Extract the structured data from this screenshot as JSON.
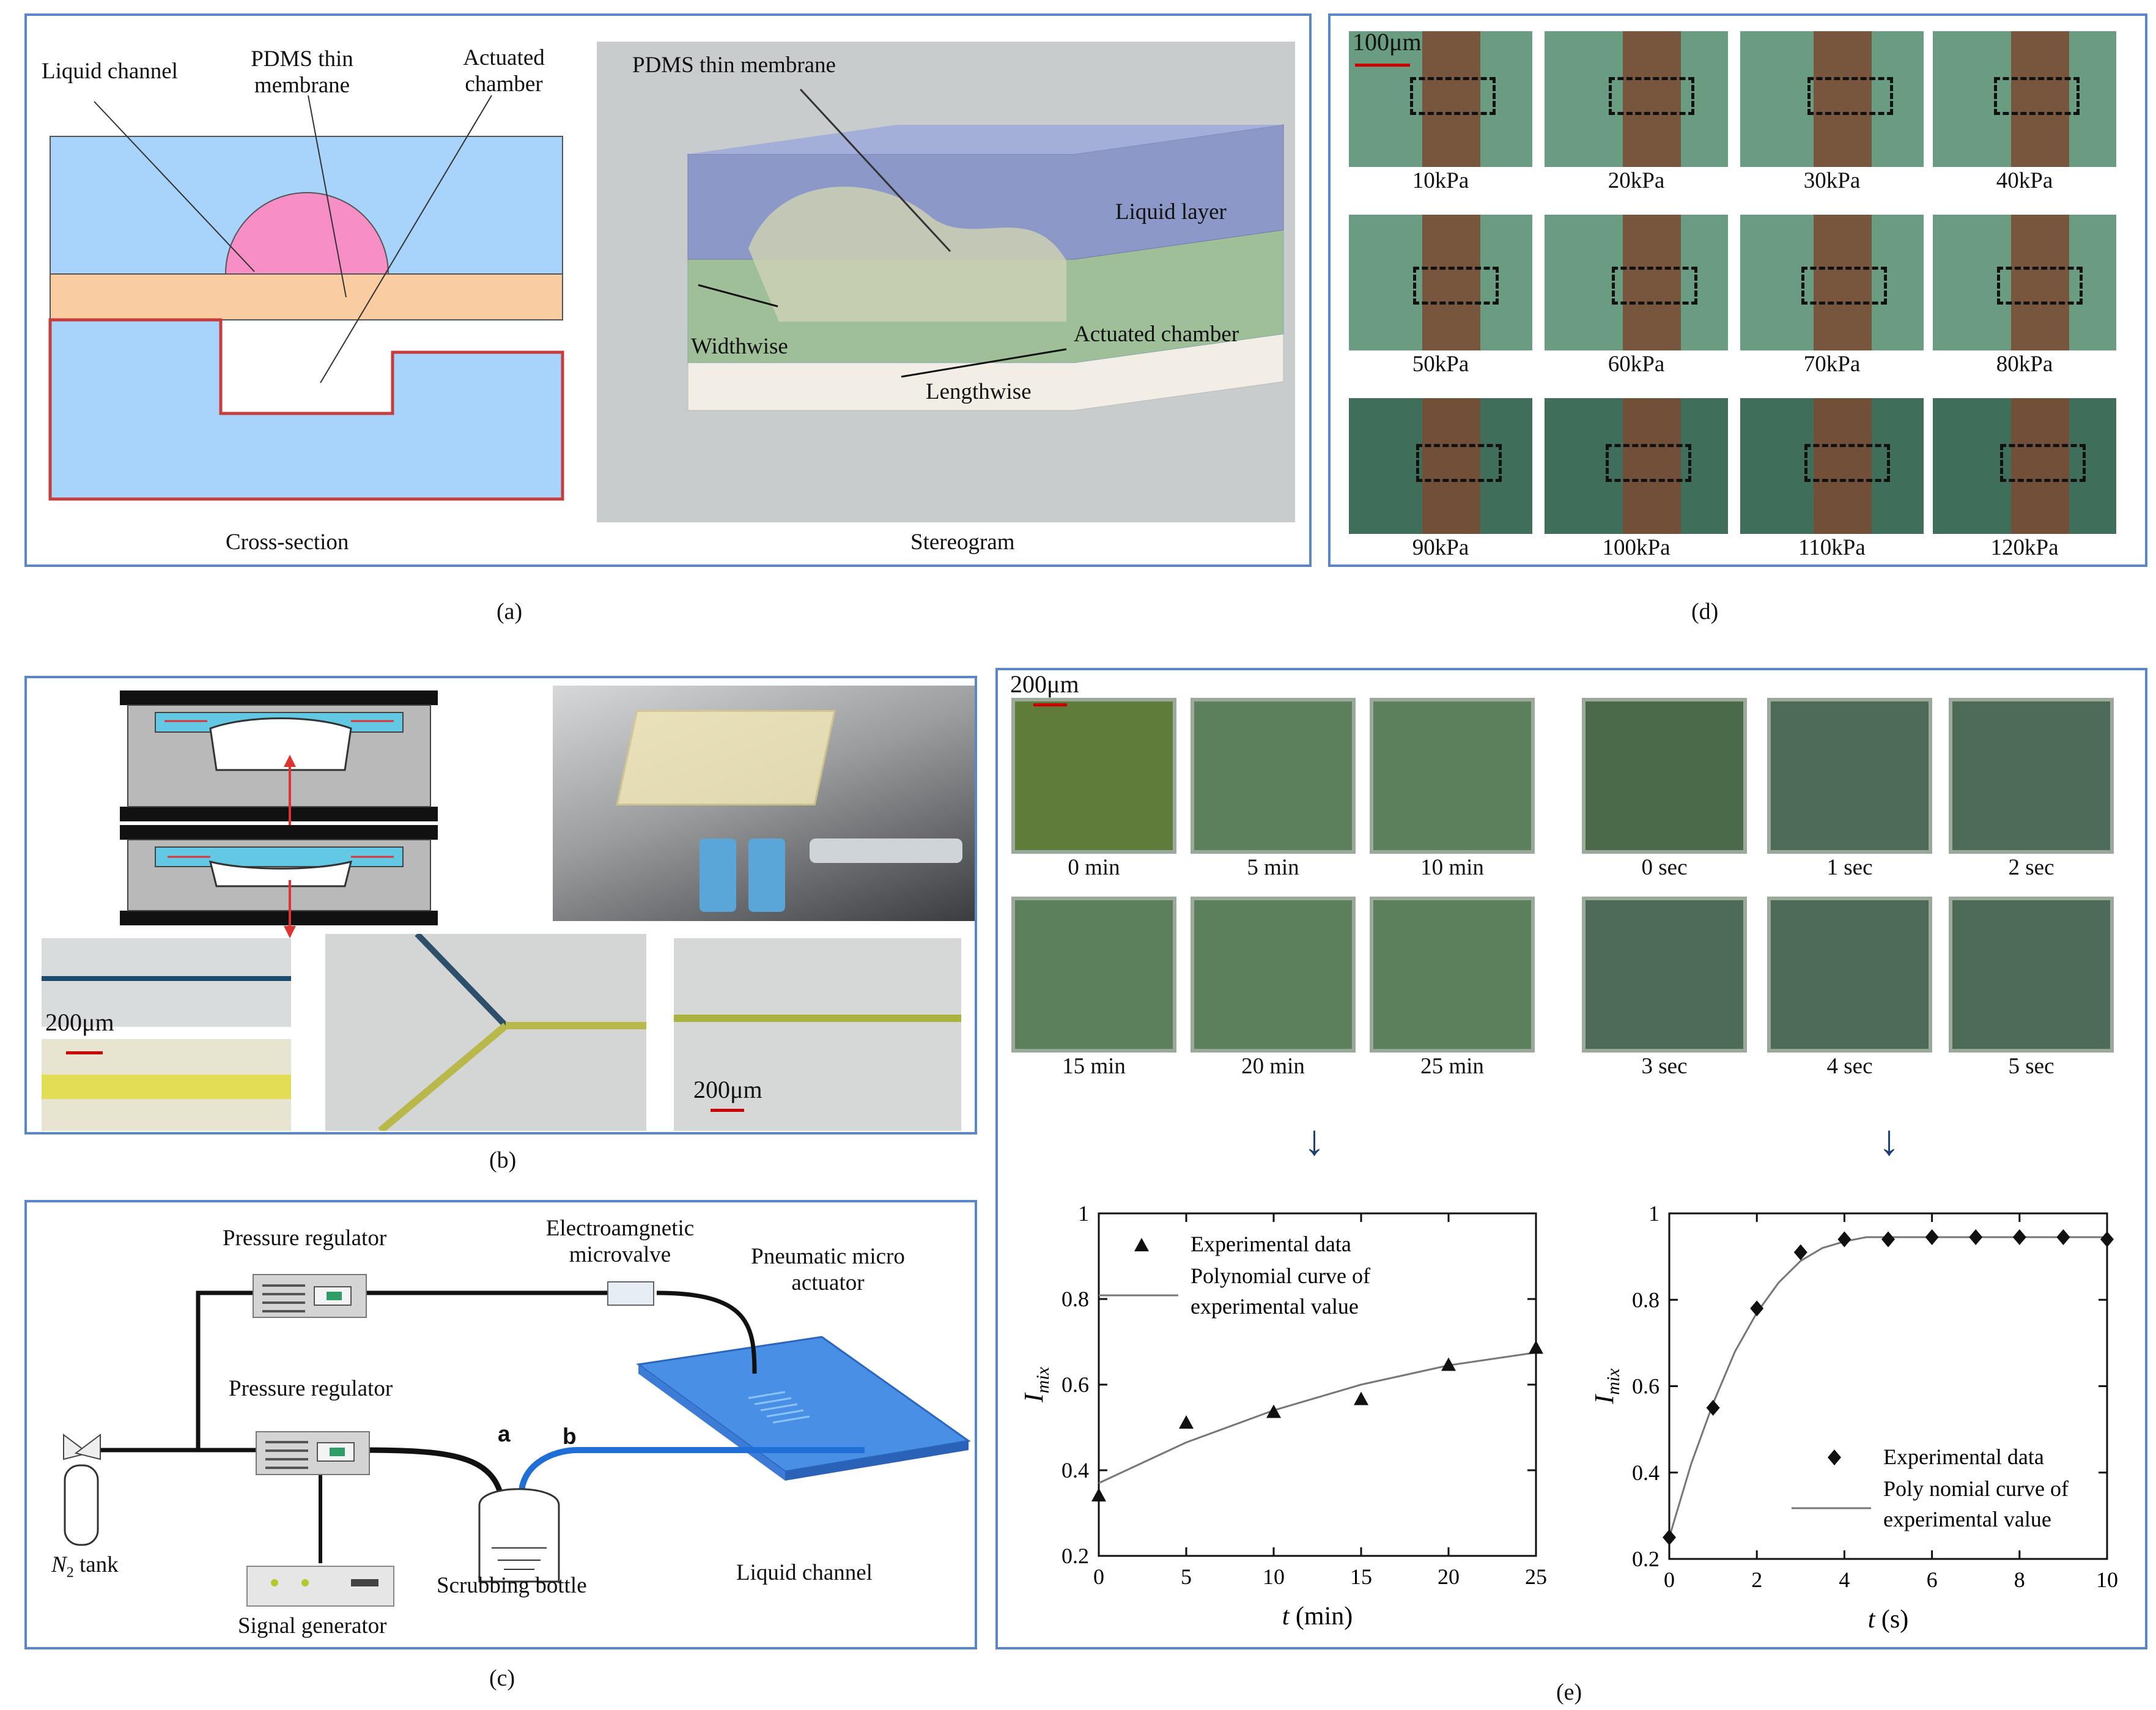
{
  "captions": {
    "a": "(a)",
    "b": "(b)",
    "c": "(c)",
    "d": "(d)",
    "e": "(e)"
  },
  "panel_a": {
    "labels": {
      "liquid_channel": "Liquid channel",
      "pdms_line1": "PDMS thin",
      "pdms_line2": "membrane",
      "actuated_line1": "Actuated",
      "actuated_line2": "chamber"
    },
    "cross_section": "Cross-section",
    "stereogram": "Stereogram",
    "stereo_labels": {
      "pdms": "PDMS thin membrane",
      "liquid_layer": "Liquid layer",
      "widthwise": "Widthwise",
      "actuated_chamber": "Actuated chamber",
      "lengthwise": "Lengthwise"
    },
    "colors": {
      "blue": "#a8d4fb",
      "pink": "#f78fc6",
      "membrane": "#f9cda1",
      "chamber_outline": "#c83c3c"
    }
  },
  "panel_d": {
    "scale": "100μm",
    "pressures": [
      "10kPa",
      "20kPa",
      "30kPa",
      "40kPa",
      "50kPa",
      "60kPa",
      "70kPa",
      "80kPa",
      "90kPa",
      "100kPa",
      "110kPa",
      "120kPa"
    ]
  },
  "panel_b": {
    "scale_left": "200μm",
    "scale_right": "200μm"
  },
  "panel_c": {
    "labels": {
      "reg_top": "Pressure regulator",
      "reg_bottom": "Pressure regulator",
      "valve_line1": "Electroamgnetic",
      "valve_line2": "microvalve",
      "actuator_line1": "Pneumatic micro",
      "actuator_line2": "actuator",
      "tank": "N",
      "tank_sub": "2",
      "tank_rest": " tank",
      "bottle": "Scrubbing bottle",
      "signal": "Signal generator",
      "liquid": "Liquid channel",
      "a": "a",
      "b": "b"
    }
  },
  "panel_e": {
    "scale": "200μm",
    "times_min": [
      "0 min",
      "5 min",
      "10 min",
      "15 min",
      "20 min",
      "25 min"
    ],
    "times_sec": [
      "0 sec",
      "1 sec",
      "2 sec",
      "3 sec",
      "4 sec",
      "5 sec"
    ]
  },
  "chart_data": [
    {
      "type": "scatter",
      "xlabel_var": "t",
      "xlabel_unit": " (min)",
      "ylabel_var": "I",
      "ylabel_sub": "mix",
      "xlim": [
        0,
        25
      ],
      "ylim": [
        0.2,
        1
      ],
      "xticks": [
        "0",
        "5",
        "10",
        "15",
        "20",
        "25"
      ],
      "yticks": [
        "0.2",
        "0.4",
        "0.6",
        "0.8",
        "1"
      ],
      "legend": {
        "data": "Experimental data",
        "curve_line1": "Polynomial curve of",
        "curve_line2": "experimental value"
      },
      "legend_position": "top-left",
      "points": {
        "x": [
          0,
          5,
          10,
          15,
          20,
          25
        ],
        "y": [
          0.34,
          0.51,
          0.535,
          0.565,
          0.645,
          0.685
        ]
      },
      "curve": {
        "x": [
          0,
          5,
          10,
          15,
          20,
          25
        ],
        "y": [
          0.37,
          0.465,
          0.54,
          0.6,
          0.645,
          0.675
        ]
      },
      "marker": "triangle"
    },
    {
      "type": "scatter",
      "xlabel_var": "t",
      "xlabel_unit": " (s)",
      "ylabel_var": "I",
      "ylabel_sub": "mix",
      "xlim": [
        0,
        10
      ],
      "ylim": [
        0.2,
        1
      ],
      "xticks": [
        "0",
        "2",
        "4",
        "6",
        "8",
        "10"
      ],
      "yticks": [
        "0.2",
        "0.4",
        "0.6",
        "0.8",
        "1"
      ],
      "legend": {
        "data": "Experimental data",
        "curve_line1": "Poly nomial curve of",
        "curve_line2": "experimental value"
      },
      "legend_position": "bottom-right",
      "points": {
        "x": [
          0,
          1,
          2,
          3,
          4,
          5,
          6,
          7,
          8,
          9,
          10
        ],
        "y": [
          0.25,
          0.55,
          0.78,
          0.91,
          0.94,
          0.94,
          0.945,
          0.945,
          0.945,
          0.945,
          0.94
        ]
      },
      "curve": {
        "x": [
          0,
          0.5,
          1,
          1.5,
          2,
          2.5,
          3,
          3.5,
          4,
          4.5,
          5,
          6,
          7,
          8,
          9,
          10
        ],
        "y": [
          0.25,
          0.42,
          0.56,
          0.68,
          0.77,
          0.84,
          0.89,
          0.92,
          0.935,
          0.945,
          0.945,
          0.945,
          0.945,
          0.945,
          0.945,
          0.945
        ]
      },
      "marker": "diamond"
    }
  ]
}
